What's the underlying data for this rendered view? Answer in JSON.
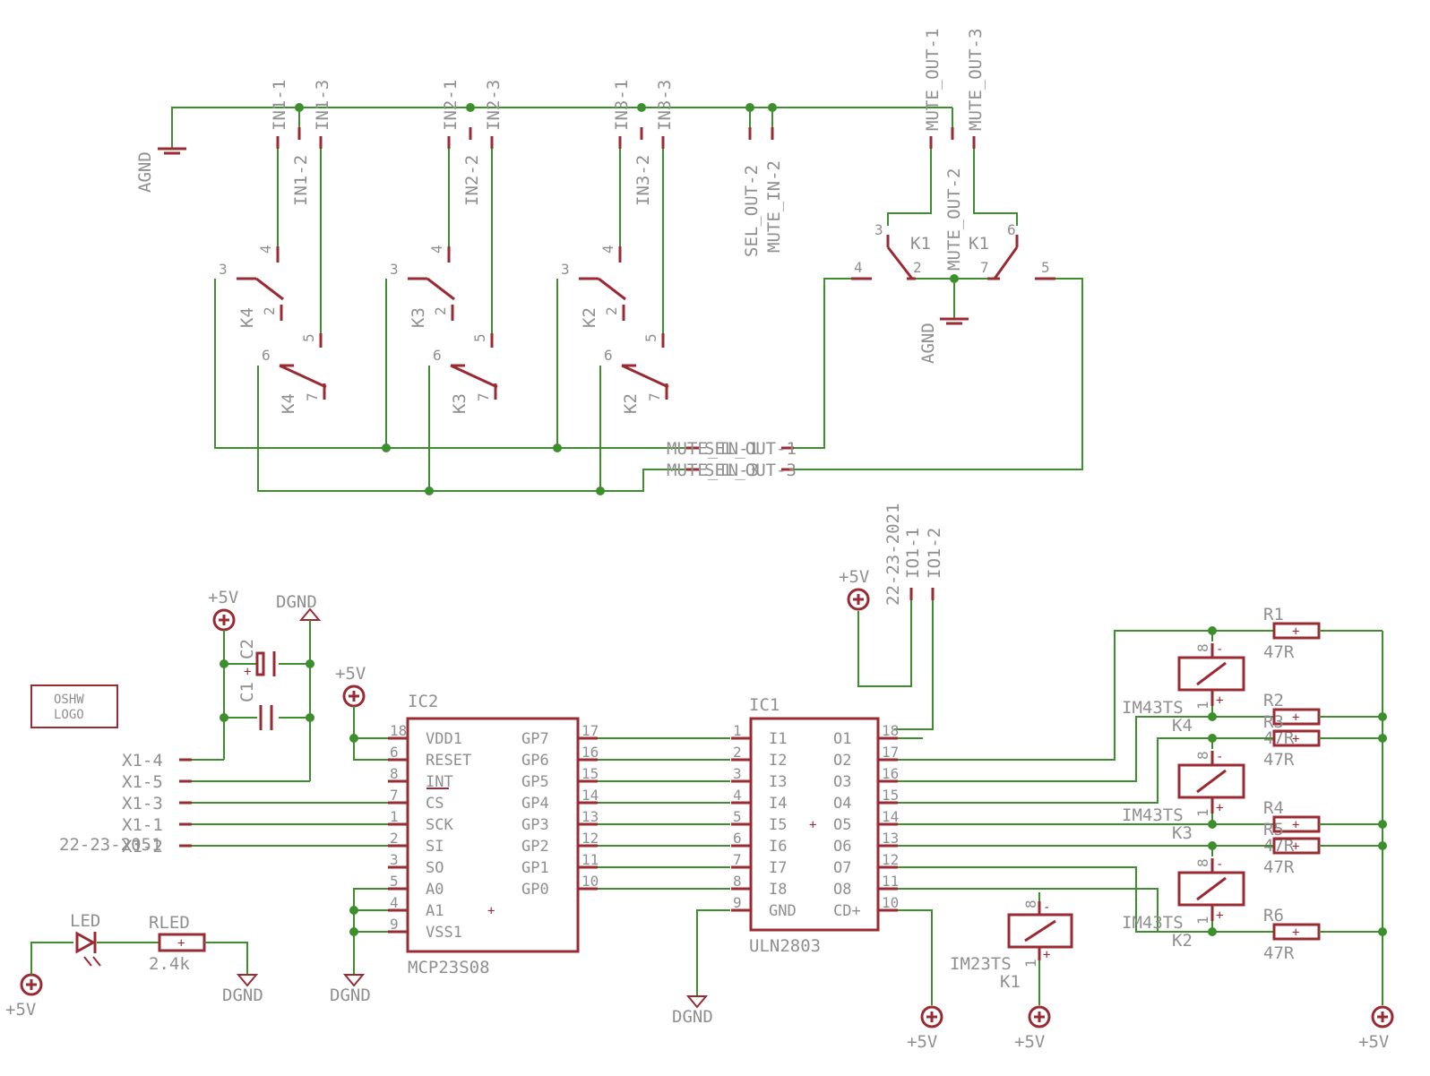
{
  "schematic": {
    "ground_labels": {
      "agnd": "AGND",
      "dgnd": "DGND"
    },
    "supply_label": "+5V",
    "connector_pins": {
      "in1_1": "IN1-1",
      "in1_2": "IN1-2",
      "in1_3": "IN1-3",
      "in2_1": "IN2-1",
      "in2_2": "IN2-2",
      "in2_3": "IN2-3",
      "in3_1": "IN3-1",
      "in3_2": "IN3-2",
      "in3_3": "IN3-3",
      "sel_out_2": "SEL_OUT-2",
      "mute_in_2": "MUTE_IN-2",
      "mute_out_1": "MUTE_OUT-1",
      "mute_out_2": "MUTE_OUT-2",
      "mute_out_3": "MUTE_OUT-3",
      "mute_in_1": "MUTE_IN-1",
      "sel_out_1": "SEL_OUT-1",
      "mute_in_3": "MUTE_IN-3",
      "sel_out_3": "SEL_OUT-3",
      "io1_1": "IO1-1",
      "io1_2": "IO1-2",
      "x1_4": "X1-4",
      "x1_5": "X1-5",
      "x1_3": "X1-3",
      "x1_1": "X1-1",
      "x1_2": "X1-2"
    },
    "stray_texts": {
      "part_number_a": "22-23-2021",
      "part_number_b": "22-23-2051"
    },
    "relays": {
      "k1": "K1",
      "k2": "K2",
      "k3": "K3",
      "k4": "K4"
    },
    "relay_coils": {
      "im43ts": "IM43TS",
      "im23ts": "IM23TS"
    },
    "resistors": {
      "r1": "R1",
      "r2": "R2",
      "r3": "R3",
      "r4": "R4",
      "r5": "R5",
      "r6": "R6",
      "value_47r": "47R",
      "rled": "RLED",
      "rled_value": "2.4k"
    },
    "capacitors": {
      "c1": "C1",
      "c2": "C2"
    },
    "led": {
      "name": "LED"
    },
    "logo": {
      "line1": "OSHW",
      "line2": "LOGO"
    },
    "ic2": {
      "ref": "IC2",
      "part": "MCP23S08",
      "left_pins": [
        {
          "num": "18",
          "name": "VDD1"
        },
        {
          "num": "6",
          "name": "RESET"
        },
        {
          "num": "8",
          "name": "INT"
        },
        {
          "num": "7",
          "name": "CS"
        },
        {
          "num": "1",
          "name": "SCK"
        },
        {
          "num": "2",
          "name": "SI"
        },
        {
          "num": "3",
          "name": "SO"
        },
        {
          "num": "5",
          "name": "A0"
        },
        {
          "num": "4",
          "name": "A1"
        },
        {
          "num": "9",
          "name": "VSS1"
        }
      ],
      "right_pins": [
        {
          "num": "17",
          "name": "GP7"
        },
        {
          "num": "16",
          "name": "GP6"
        },
        {
          "num": "15",
          "name": "GP5"
        },
        {
          "num": "14",
          "name": "GP4"
        },
        {
          "num": "13",
          "name": "GP3"
        },
        {
          "num": "12",
          "name": "GP2"
        },
        {
          "num": "11",
          "name": "GP1"
        },
        {
          "num": "10",
          "name": "GP0"
        }
      ]
    },
    "ic1": {
      "ref": "IC1",
      "part": "ULN2803",
      "left_pins": [
        {
          "num": "1",
          "name": "I1"
        },
        {
          "num": "2",
          "name": "I2"
        },
        {
          "num": "3",
          "name": "I3"
        },
        {
          "num": "4",
          "name": "I4"
        },
        {
          "num": "5",
          "name": "I5"
        },
        {
          "num": "6",
          "name": "I6"
        },
        {
          "num": "7",
          "name": "I7"
        },
        {
          "num": "8",
          "name": "I8"
        },
        {
          "num": "9",
          "name": "GND"
        }
      ],
      "right_pins": [
        {
          "num": "18",
          "name": "O1"
        },
        {
          "num": "17",
          "name": "O2"
        },
        {
          "num": "16",
          "name": "O3"
        },
        {
          "num": "15",
          "name": "O4"
        },
        {
          "num": "14",
          "name": "O5"
        },
        {
          "num": "13",
          "name": "O6"
        },
        {
          "num": "12",
          "name": "O7"
        },
        {
          "num": "11",
          "name": "O8"
        },
        {
          "num": "10",
          "name": "CD+"
        }
      ]
    },
    "pin_numbers": {
      "n1": "1",
      "n2": "2",
      "n3": "3",
      "n4": "4",
      "n5": "5",
      "n6": "6",
      "n7": "7",
      "n8": "8"
    }
  }
}
